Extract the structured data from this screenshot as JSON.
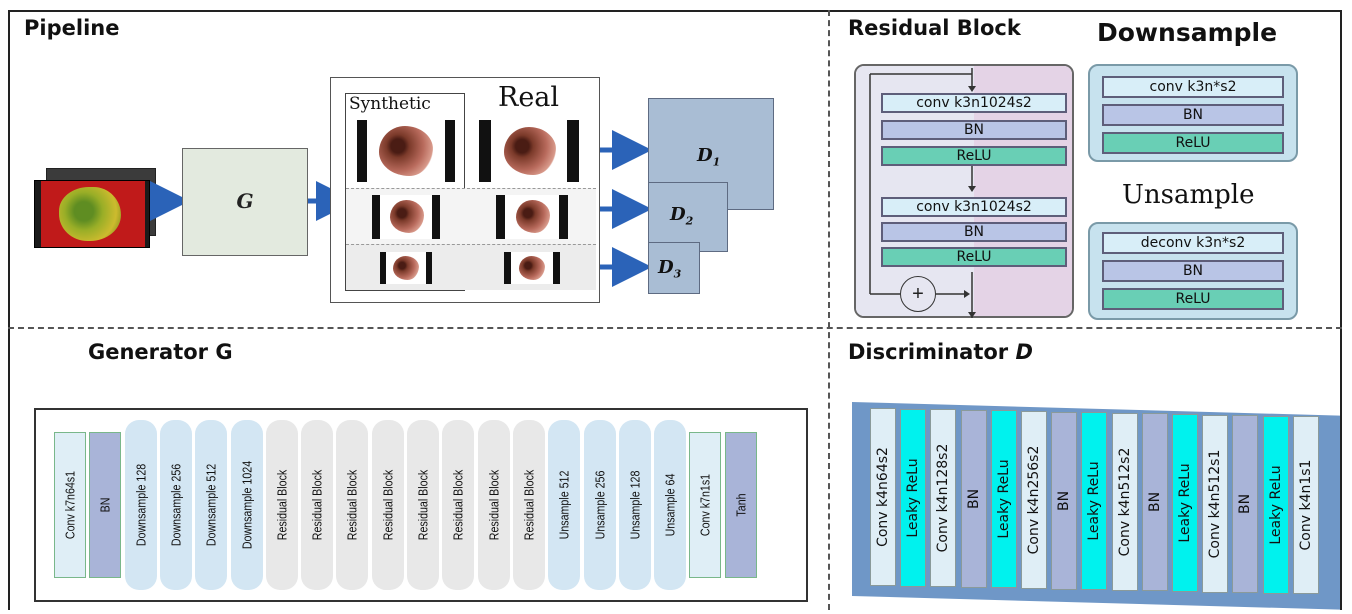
{
  "sections": {
    "pipeline": "Pipeline",
    "residual": "Residual Block",
    "generator": "Generator G",
    "discriminator_prefix": "Discriminator",
    "discriminator_var": "D"
  },
  "pipeline": {
    "generator_label": "G",
    "synthetic_label": "Synthetic",
    "real_label": "Real",
    "d_label": "D",
    "d1_sub": "1",
    "d2_sub": "2",
    "d3_sub": "3"
  },
  "residual_block": {
    "layers": [
      "conv k3n1024s2",
      "BN",
      "ReLU",
      "conv k3n1024s2",
      "BN",
      "ReLU"
    ],
    "add_symbol": "+"
  },
  "downsample": {
    "title": "Downsample",
    "layers": [
      "conv k3n*s2",
      "BN",
      "ReLU"
    ]
  },
  "upsample": {
    "title": "Unsample",
    "layers": [
      "deconv k3n*s2",
      "BN",
      "ReLU"
    ]
  },
  "generator": {
    "layers": [
      "Conv k7n64s1",
      "BN",
      "Downsample 128",
      "Downsample 256",
      "Downsample 512",
      "Downsample 1024",
      "Residual Block",
      "Residual Block",
      "Residual Block",
      "Residual Block",
      "Residual Block",
      "Residual Block",
      "Residual Block",
      "Residual Block",
      "Unsample 512",
      "Unsample 256",
      "Unsample 128",
      "Unsample 64",
      "Conv k7n1s1",
      "Tanh"
    ]
  },
  "discriminator": {
    "layers": [
      "Conv k4n64s2",
      "Leaky ReLu",
      "Conv k4n128s2",
      "BN",
      "Leaky ReLu",
      "Conv k4n256s2",
      "BN",
      "Leaky ReLu",
      "Conv k4n512s2",
      "BN",
      "Leaky ReLu",
      "Conv k4n512s1",
      "BN",
      "Leaky ReLu",
      "Conv k4n1s1"
    ]
  },
  "colors": {
    "conv_fill": "#dfeef6",
    "conv_border": "#79b78a",
    "bn_fill": "#a9b4d8",
    "down_fill": "#d3e6f3",
    "residual_fill": "#e8e8e8",
    "leaky_fill": "#00f2ee",
    "disc_bg": "#6f97c7",
    "arrow": "#2b63b8",
    "g_fill": "#e3eadf",
    "res_left": "#e6e6f1",
    "res_right": "#e4d3e6",
    "sub_fill": "#c7e2ee",
    "relu_fill": "#69cfb5",
    "conv_layer_fill": "#d8eef8",
    "bn_layer_fill": "#b9c5e6"
  }
}
